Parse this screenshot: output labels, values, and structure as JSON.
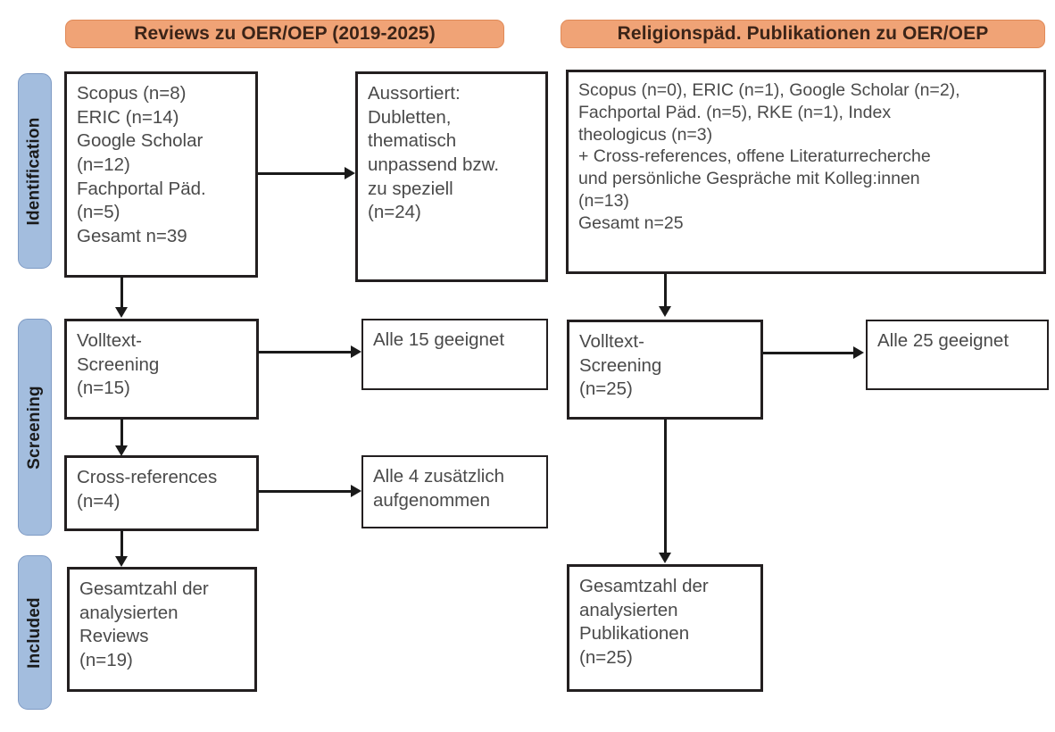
{
  "headers": {
    "left": "Reviews zu OER/OEP (2019-2025)",
    "right": "Religionspäd. Publikationen zu OER/OEP"
  },
  "stages": [
    {
      "label": "Identification"
    },
    {
      "label": "Screening"
    },
    {
      "label": "Included"
    }
  ],
  "left_column": {
    "sources_box": "Scopus (n=8)\nERIC (n=14)\nGoogle Scholar\n(n=12)\nFachportal Päd.\n(n=5)\nGesamt n=39",
    "excluded_box": "Aussortiert:\nDubletten,\nthematisch\nunpassend bzw.\nzu speziell\n(n=24)",
    "fulltext_box": "Volltext-\nScreening\n(n=15)",
    "fulltext_result_box": "Alle 15 geeignet",
    "crossref_box": "Cross-references\n(n=4)",
    "crossref_result_box": "Alle 4 zusätzlich\naufgenommen",
    "included_box": "Gesamtzahl der\nanalysierten\nReviews\n(n=19)"
  },
  "right_column": {
    "sources_box": "Scopus (n=0), ERIC (n=1), Google Scholar (n=2),\nFachportal Päd. (n=5), RKE (n=1), Index\ntheologicus (n=3)\n+ Cross-references, offene Literaturrecherche\nund persönliche Gespräche mit Kolleg:innen\n(n=13)\nGesamt n=25",
    "fulltext_box": "Volltext-\nScreening\n(n=25)",
    "fulltext_result_box": "Alle 25 geeignet",
    "included_box": "Gesamtzahl der\nanalysierten\nPublikationen\n(n=25)"
  },
  "colors": {
    "header_fill": "#F0A376",
    "stage_fill": "#A3BDDE",
    "box_border": "#231F20",
    "text": "#4A4A4A"
  }
}
